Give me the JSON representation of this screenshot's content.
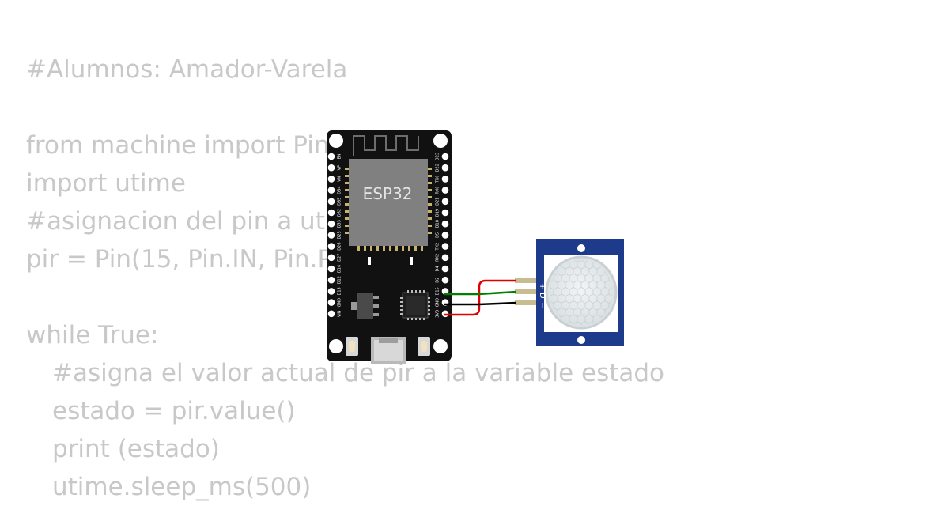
{
  "code": {
    "lines": [
      {
        "text": "#Alumnos: Amador-Varela",
        "indent": false
      },
      {
        "text": "",
        "indent": false
      },
      {
        "text": "from machine import Pin",
        "indent": false
      },
      {
        "text": "import utime",
        "indent": false
      },
      {
        "text": "#asignacion del pin a utilizar",
        "indent": false
      },
      {
        "text": "pir = Pin(15, Pin.IN, Pin.PULL_UP)",
        "indent": false
      },
      {
        "text": "",
        "indent": false
      },
      {
        "text": "while True:",
        "indent": false
      },
      {
        "text": "#asigna el valor actual de pir a la variable estado",
        "indent": true
      },
      {
        "text": "estado = pir.value()",
        "indent": true
      },
      {
        "text": "print (estado)",
        "indent": true
      },
      {
        "text": "utime.sleep_ms(500)",
        "indent": true
      }
    ]
  },
  "board": {
    "chip_label": "ESP32",
    "left_pins": [
      "EN",
      "VP",
      "VN",
      "D34",
      "D35",
      "D32",
      "D33",
      "D25",
      "D26",
      "D27",
      "D14",
      "D12",
      "D13",
      "GND",
      "VIN"
    ],
    "right_pins": [
      "D23",
      "D22",
      "TX0",
      "RX0",
      "D21",
      "D19",
      "D18",
      "D5",
      "TX2",
      "RX2",
      "D4",
      "D2",
      "D15",
      "GND",
      "3V3"
    ]
  },
  "pir": {
    "pin_labels": [
      "+",
      "D",
      "−"
    ]
  },
  "colors": {
    "code_text": "#c8c8c8",
    "board": "#111111",
    "chip": "#808080",
    "pir_board": "#1e3a8a",
    "wire_power": "#e00000",
    "wire_signal": "#008000",
    "wire_ground": "#000000"
  }
}
